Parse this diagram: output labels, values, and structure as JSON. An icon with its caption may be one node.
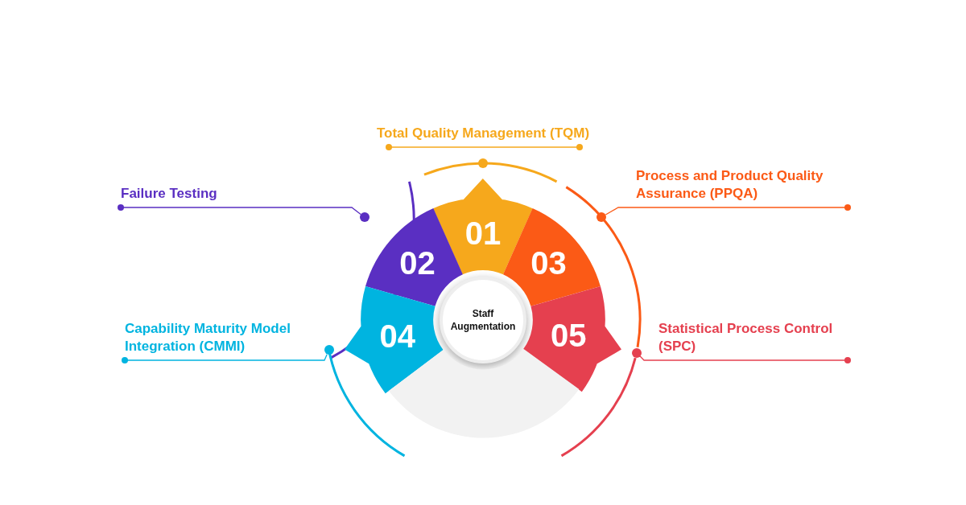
{
  "diagram": {
    "nodes": [
      {
        "text": [
          "Staff Augmentation"
        ]
      },
      {
        "text": [
          "01"
        ]
      },
      {
        "text": [
          "02"
        ]
      },
      {
        "text": [
          "03"
        ]
      },
      {
        "text": [
          "04"
        ]
      },
      {
        "text": [
          "05"
        ]
      },
      {
        "text": [
          "Total Quality Management (TQM)"
        ]
      },
      {
        "text": [
          "Failure Testing"
        ]
      },
      {
        "text": [
          "Process and Product Quality Assurance (PPQA)"
        ]
      },
      {
        "text": [
          "Capability Maturity Model Integration (CMMI)"
        ]
      },
      {
        "text": [
          "Statistical Process Control (SPC)"
        ]
      },
      {
        "text": [],
        "shape": "circle"
      },
      {
        "text": [],
        "shape": "circle"
      },
      {
        "text": [],
        "shape": "circle"
      },
      {
        "text": [],
        "shape": "circle"
      },
      {
        "text": [],
        "shape": "circle"
      },
      {
        "text": [],
        "shape": "sector"
      }
    ],
    "edges": [
      {
        "from": 6,
        "to": null,
        "arrow": "other",
        "color": "#f6a81c"
      },
      {
        "from": 7,
        "to": 12,
        "arrow": "other",
        "color": "#5a2fc2"
      },
      {
        "from": 8,
        "to": 14,
        "arrow": "other",
        "color": "#fb5a16"
      },
      {
        "from": 9,
        "to": 11,
        "arrow": "other",
        "color": "#00b4e0"
      },
      {
        "from": 10,
        "to": 15,
        "arrow": "other",
        "color": "#e5404f"
      }
    ]
  }
}
